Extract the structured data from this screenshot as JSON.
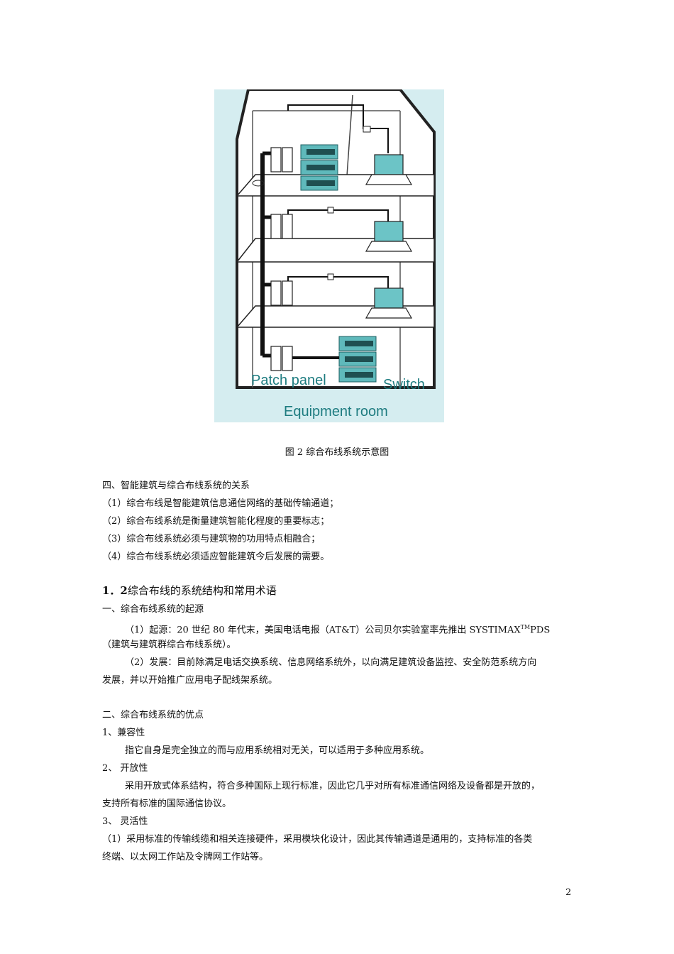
{
  "figure": {
    "labels": {
      "patch_panel": "Patch panel",
      "switch": "Switch",
      "equipment_room": "Equipment room"
    },
    "caption": "图 2  综合布线系统示意图"
  },
  "section4": {
    "heading": "四、智能建筑与综合布线系统的关系",
    "items": [
      "（1）综合布线是智能建筑信息通信网络的基础传输通道；",
      "（2）综合布线系统是衡量建筑智能化程度的重要标志；",
      "（3）综合布线系统必须与建筑物的功用特点相融合；",
      "（4）综合布线系统必须适应智能建筑今后发展的需要。"
    ]
  },
  "section12": {
    "number": "1．2",
    "title": "综合布线的系统结构和常用术语",
    "origin_heading": "一、综合布线系统的起源",
    "origin_p1_line1": "（1）起源：20 世纪 80 年代末，美国电话电报（AT&T）公司贝尔实验室率先推出 SYSTIMAX",
    "origin_tm": "TM",
    "origin_p1_line1_end": "PDS",
    "origin_p1_line2": "（建筑与建筑群综合布线系统）。",
    "origin_p2_line1": "（2）发展：目前除满足电话交换系统、信息网络系统外，以向满足建筑设备监控、安全防范系统方向",
    "origin_p2_line2": "发展，并以开始推广应用电子配线架系统。",
    "adv_heading": "二、综合布线系统的优点",
    "adv1_title": "1、兼容性",
    "adv1_text": "指它自身是完全独立的而与应用系统相对无关，可以适用于多种应用系统。",
    "adv2_title": "2、   开放性",
    "adv2_line1": "采用开放式体系结构，符合多种国际上现行标准，因此它几乎对所有标准通信网络及设备都是开放的，",
    "adv2_line2": "支持所有标准的国际通信协议。",
    "adv3_title": "3、   灵活性",
    "adv3_line1": "（1）采用标准的传输线缆和相关连接硬件，采用模块化设计，因此其传输通道是通用的，支持标准的各类",
    "adv3_line2": "终端、以太网工作站及令牌网工作站等。"
  },
  "page_number": "2"
}
